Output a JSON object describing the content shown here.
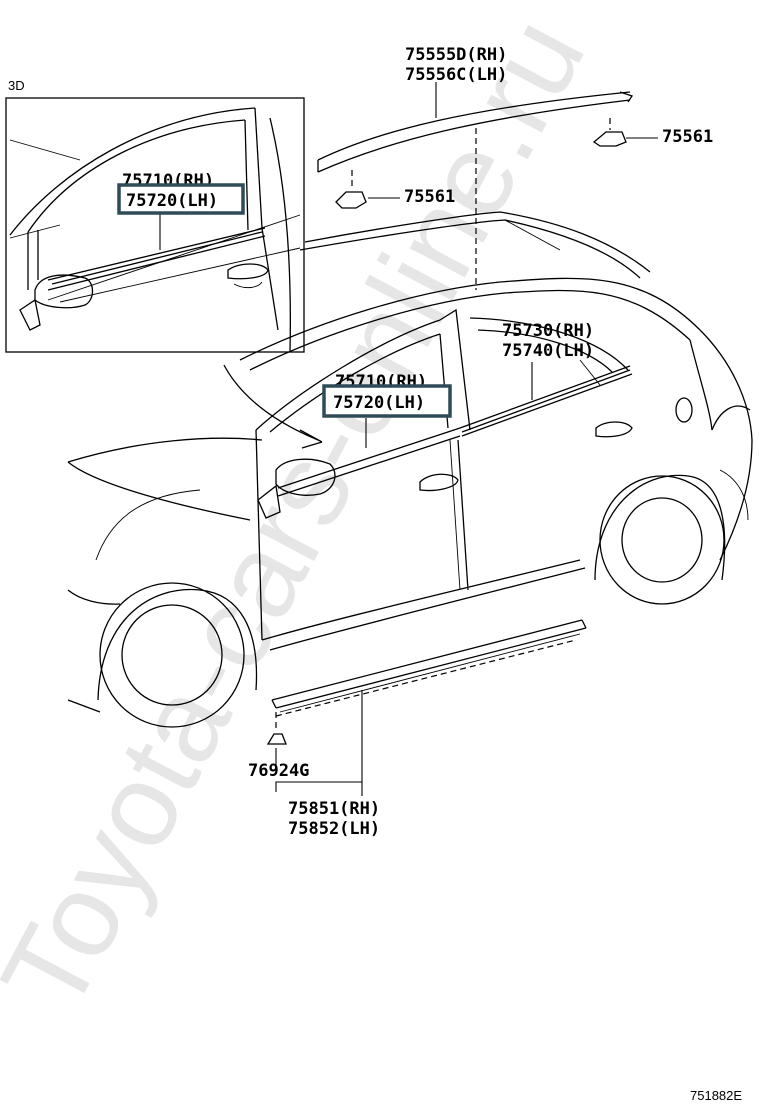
{
  "watermark": "Toyota-cars-online.ru",
  "inset_label": "3D",
  "diagram_code": "751882E",
  "parts": {
    "roof_rh": "75555D(RH)",
    "roof_lh": "75556C(LH)",
    "clip_rear": "75561",
    "clip_front": "75561",
    "inset_front_rh": "75710(RH)",
    "inset_front_lh": "75720(LH)",
    "front_rh": "75710(RH)",
    "front_lh": "75720(LH)",
    "rear_rh": "75730(RH)",
    "rear_lh": "75740(LH)",
    "rocker_clip": "76924G",
    "rocker_rh": "75851(RH)",
    "rocker_lh": "75852(LH)"
  },
  "highlight_color": "#2f4b57"
}
